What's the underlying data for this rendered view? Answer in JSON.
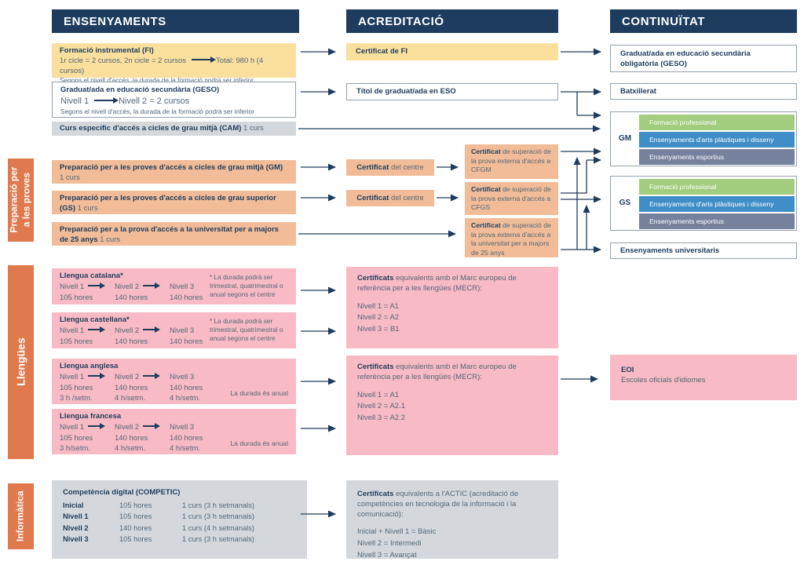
{
  "headers": {
    "ensenyaments": "ENSENYAMENTS",
    "acreditacio": "ACREDITACIÓ",
    "continuitat": "CONTINUÏTAT"
  },
  "side_labels": {
    "prep_line1": "Preparació per",
    "prep_line2": "a les proves",
    "llengues": "Llengües",
    "informatica": "Informàtica"
  },
  "colors": {
    "navy": "#1d3c5e",
    "yellow": "#fbdf9d",
    "salmon": "#f1bc97",
    "pink": "#f8bac4",
    "grey": "#d4d8dc",
    "orange": "#e0794e",
    "green": "#a2cd7f",
    "blue": "#3f8ec7",
    "slate": "#76819e",
    "body_text": "#53677a"
  },
  "ensenyaments": {
    "fi": {
      "title": "Formació instrumental (FI)",
      "cycles": "1r cicle = 2 cursos, 2n cicle = 2 cursos",
      "total": "Total: 980 h (4 cursos)",
      "note": "Segons el nivell d'accés, la durada de la formació podrà ser inferior"
    },
    "geso": {
      "title": "Graduat/ada en educació secundària (GESO)",
      "level_from": "Nivell 1",
      "level_to": "Nivell 2 = 2 cursos",
      "note": "Segons el nivell d'accés, la durada de la formació podrà ser inferior"
    },
    "cam": {
      "title": "Curs específic d'accés a cicles de grau mitjà (CAM)",
      "duration": "1 curs"
    },
    "prep_gm": {
      "title": "Preparació per a les proves d'accés a cicles de grau mitjà (GM)",
      "duration": "1 curs"
    },
    "prep_gs": {
      "title": "Preparació per a les proves d'accés a cicles de grau superior (GS)",
      "duration": "1 curs"
    },
    "prep_uni": {
      "title": "Preparació per a la prova d'accés a la universitat per a majors de 25 anys",
      "duration": "1 curs"
    },
    "catalana": {
      "title": "Llengua catalana*",
      "levels": [
        "Nivell 1",
        "Nivell 2",
        "Nivell 3"
      ],
      "hours": [
        "105 hores",
        "140 hores",
        "140 hores"
      ],
      "note": "* La durada podrà ser trimestral, quatrimestral o anual segons el centre"
    },
    "castellana": {
      "title": "Llengua castellana*",
      "levels": [
        "Nivell 1",
        "Nivell 2",
        "Nivell 3"
      ],
      "hours": [
        "105 hores",
        "140 hores",
        "140 hores"
      ],
      "note": "* La durada podrà ser trimestral, quatrimestral o anual segons el centre"
    },
    "anglesa": {
      "title": "Llengua anglesa",
      "levels": [
        "Nivell 1",
        "Nivell 2",
        "Nivell 3"
      ],
      "hours": [
        "105 hores",
        "140 hores",
        "140 hores"
      ],
      "weekly": [
        "3 h /setm.",
        "4 h/setm.",
        "4 h/setm."
      ],
      "note": "La durada és anual"
    },
    "francesa": {
      "title": "Llengua francesa",
      "levels": [
        "Nivell 1",
        "Nivell 2",
        "Nivell 3"
      ],
      "hours": [
        "105 hores",
        "140 hores",
        "140 hores"
      ],
      "weekly": [
        "3 h/setm.",
        "4 h/setm.",
        "4 h/setm."
      ],
      "note": "La durada és anual"
    },
    "competic": {
      "title": "Competència digital (COMPETIC)",
      "rows": [
        [
          "Inicial",
          "105 hores",
          "1 curs (3 h setmanals)"
        ],
        [
          "Nivell 1",
          "105 hores",
          "1 curs (3 h setmanals)"
        ],
        [
          "Nivell 2",
          "140 hores",
          "1 curs (4 h setmanals)"
        ],
        [
          "Nivell 3",
          "105 hores",
          "1 curs (3 h setmanals)"
        ]
      ]
    }
  },
  "acreditacio": {
    "cert_fi": "Certificat de FI",
    "titol_eso": "Títol de graduat/ada en ESO",
    "cert_centre": {
      "bold": "Certificat",
      "rest": " del centre"
    },
    "cert_cfgm": {
      "bold": "Certificat",
      "rest": " de superació de la prova externa d'accés a CFGM"
    },
    "cert_cfgs": {
      "bold": "Certificat",
      "rest": " de superació de la prova externa d'accés a CFGS"
    },
    "cert_uni": {
      "bold": "Certificat",
      "rest": " de superació de la prova externa d'accés a la universitat per a majors de 25 anys"
    },
    "mecr_cat": {
      "bold": "Certificats",
      "rest": " equivalents amb el Marc europeu de referència per a les llengües (MECR):",
      "lines": [
        "Nivell 1  =  A1",
        "Nivell 2  =  A2",
        "Nivell 3  =  B1"
      ]
    },
    "mecr_ang": {
      "bold": "Certificats",
      "rest": " equivalents amb el Marc europeu de referència per a les llengües (MECR):",
      "lines": [
        "Nivell 1  =  A1",
        "Nivell 2  =  A2.1",
        "Nivell 3  =  A2.2"
      ]
    },
    "actic": {
      "bold": "Certificats",
      "rest": " equivalents a l'ACTIC (acreditació de competències en tecnologia de la informació i la comunicació):",
      "lines": [
        "Inicial + Nivell 1  =  Bàsic",
        "Nivell 2  =  Intermedi",
        "Nivell 3  =  Avançat"
      ]
    }
  },
  "continuitat": {
    "geso": "Graduat/ada en educació secundària obligatòria (GESO)",
    "batxillerat": "Batxillerat",
    "gm": "GM",
    "gs": "GS",
    "tracks": [
      "Formació professional",
      "Ensenyaments d'arts plàstiques i disseny",
      "Ensenyaments esportius"
    ],
    "universitaris": "Ensenyaments universitaris",
    "eoi": {
      "title": "EOI",
      "subtitle": "Escoles oficials d'idiomes"
    }
  }
}
